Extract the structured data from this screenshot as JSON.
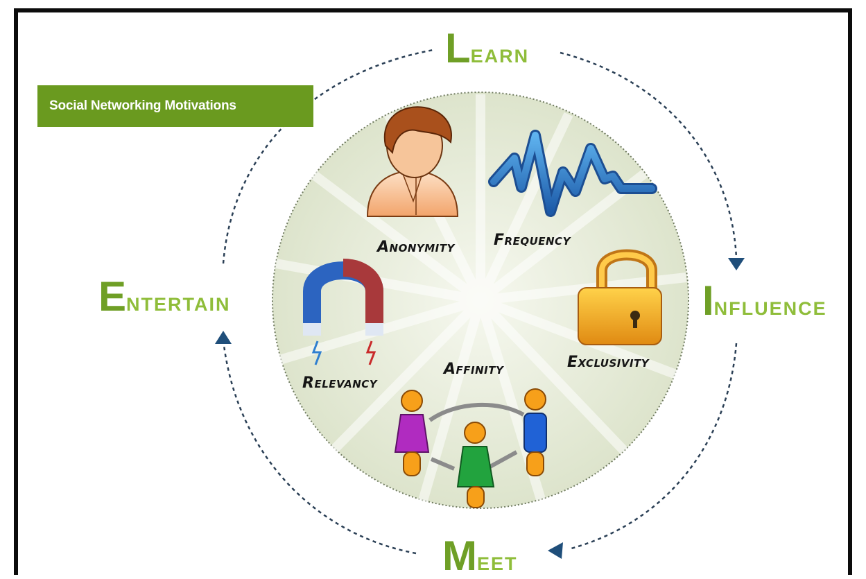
{
  "title": "Social Networking Motivations",
  "cycle": {
    "learn": {
      "cap": "L",
      "rest": "EARN"
    },
    "influence": {
      "cap": "I",
      "rest": "NFLUENCE"
    },
    "meet": {
      "cap": "M",
      "rest": "EET"
    },
    "entertain": {
      "cap": "E",
      "rest": "NTERTAIN"
    }
  },
  "motivations": {
    "anonymity": {
      "cap": "A",
      "rest": "NONYMITY"
    },
    "frequency": {
      "cap": "F",
      "rest": "REQUENCY"
    },
    "exclusivity": {
      "cap": "E",
      "rest": "XCLUSIVITY"
    },
    "relevancy": {
      "cap": "R",
      "rest": "ELEVANCY"
    },
    "affinity": {
      "cap": "A",
      "rest": "FFINITY"
    }
  },
  "colors": {
    "accent_green": "#6a9a1f",
    "cycle_text": "#8fbd3a",
    "arrow": "#1f4e7a",
    "circle_fill": "#e4e9d7"
  },
  "icons": {
    "anonymity": "person-icon",
    "frequency": "wave-icon",
    "exclusivity": "padlock-icon",
    "relevancy": "magnet-icon",
    "affinity": "people-group-icon"
  }
}
